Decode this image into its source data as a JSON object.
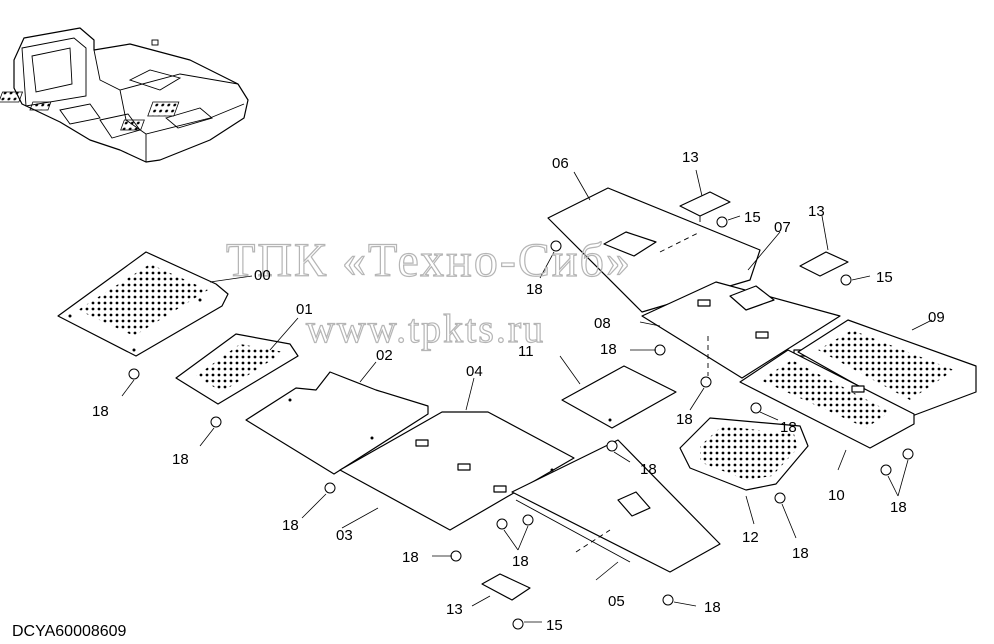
{
  "watermark": {
    "line1": "ТПК «Техно-Сиб»",
    "line2": "www.tpkts.ru"
  },
  "drawing_code": "DCYA60008609",
  "parts": [
    {
      "id": "p00",
      "label": "00"
    },
    {
      "id": "p01",
      "label": "01"
    },
    {
      "id": "p02",
      "label": "02"
    },
    {
      "id": "p03",
      "label": "03"
    },
    {
      "id": "p04",
      "label": "04"
    },
    {
      "id": "p05",
      "label": "05"
    },
    {
      "id": "p06",
      "label": "06"
    },
    {
      "id": "p07",
      "label": "07"
    },
    {
      "id": "p08",
      "label": "08"
    },
    {
      "id": "p09",
      "label": "09"
    },
    {
      "id": "p10",
      "label": "10"
    },
    {
      "id": "p11",
      "label": "11"
    },
    {
      "id": "p12",
      "label": "12"
    },
    {
      "id": "p13",
      "label": "13"
    },
    {
      "id": "p15",
      "label": "15"
    },
    {
      "id": "p18",
      "label": "18"
    }
  ]
}
